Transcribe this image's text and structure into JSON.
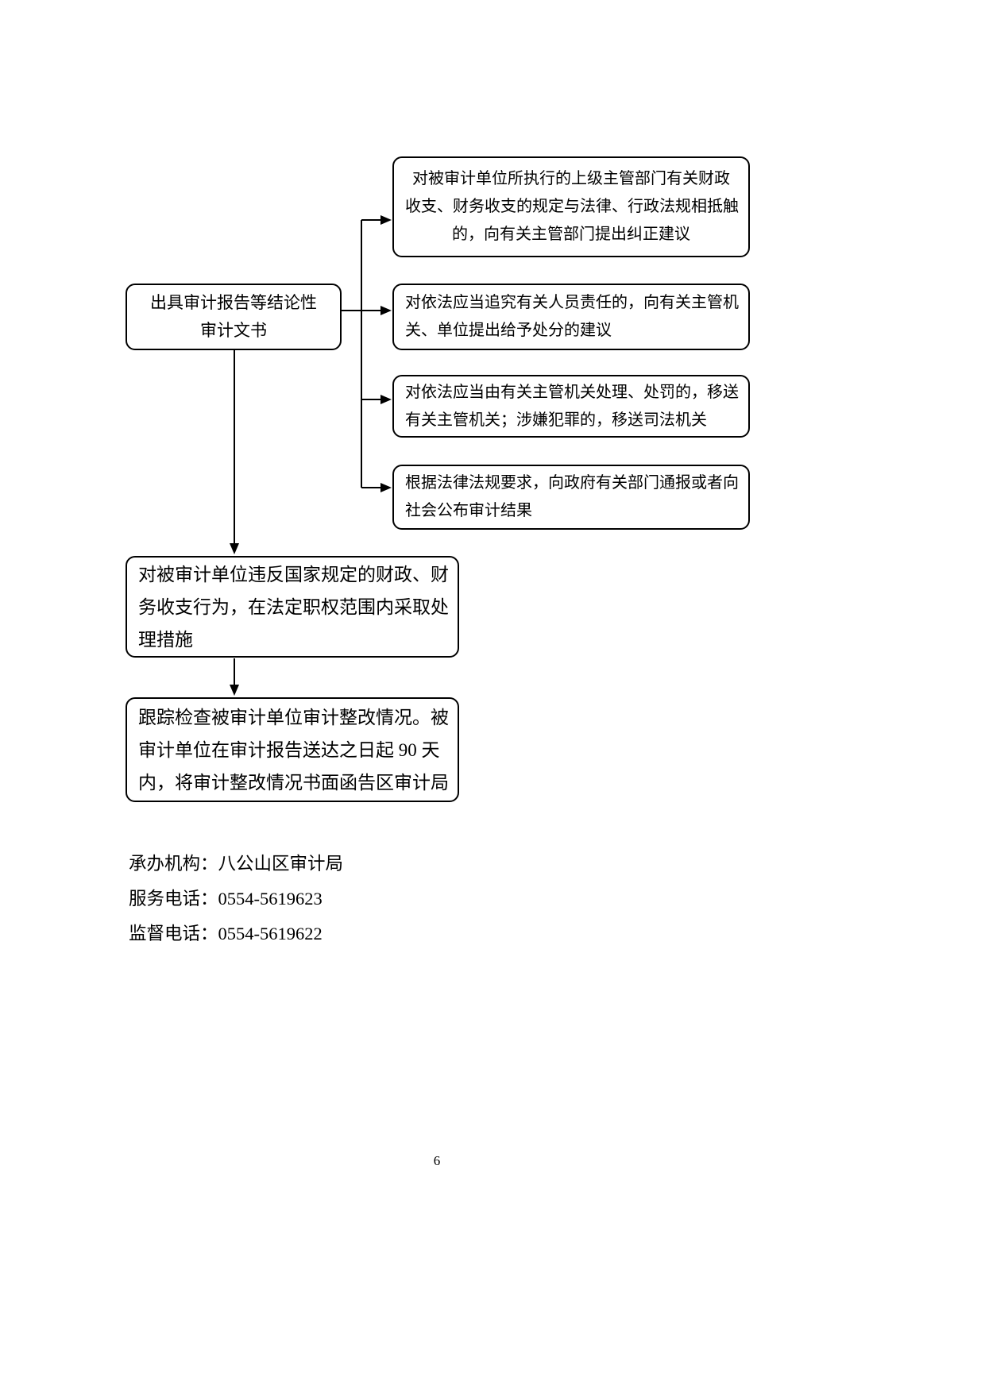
{
  "document": {
    "page_number": "6"
  },
  "flowchart": {
    "main_box": {
      "lines": [
        "出具审计报告等结论性",
        "审计文书"
      ]
    },
    "right_boxes": [
      {
        "lines": [
          "对被审计单位所执行的上级主管部门有关财政",
          "收支、财务收支的规定与法律、行政法规相抵触",
          "的，向有关主管部门提出纠正建议"
        ]
      },
      {
        "lines": [
          "对依法应当追究有关人员责任的，向有关主管机",
          "关、单位提出给予处分的建议"
        ]
      },
      {
        "lines": [
          "对依法应当由有关主管机关处理、处罚的，移送",
          "有关主管机关；涉嫌犯罪的，移送司法机关"
        ]
      },
      {
        "lines": [
          "根据法律法规要求，向政府有关部门通报或者向",
          "社会公布审计结果"
        ]
      }
    ],
    "bottom_boxes": [
      {
        "lines": [
          "对被审计单位违反国家规定的财政、财",
          "务收支行为，在法定职权范围内采取处",
          "理措施"
        ]
      },
      {
        "lines": [
          "跟踪检查被审计单位审计整改情况。被",
          "审计单位在审计报告送达之日起 90 天",
          "内，将审计整改情况书面函告区审计局"
        ]
      }
    ]
  },
  "contact": {
    "lines": [
      {
        "label": "承办机构：",
        "value": "八公山区审计局"
      },
      {
        "label": "服务电话：",
        "value": "0554-5619623"
      },
      {
        "label": "监督电话：",
        "value": "0554-5619622"
      }
    ]
  },
  "colors": {
    "line": "#000000",
    "background": "#ffffff",
    "text": "#000000"
  }
}
